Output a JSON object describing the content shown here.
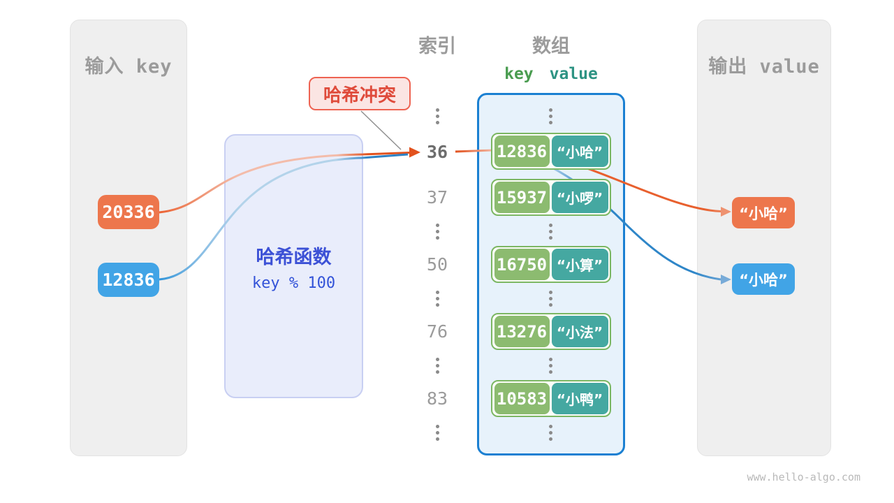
{
  "palette": {
    "orange": "#ed764c",
    "blue": "#41a4e6",
    "green_key": "#8cbb70",
    "teal_value": "#45a8a1",
    "array_border": "#1b80d2",
    "hash_text": "#3c51d6",
    "collision_red": "#df4b3b",
    "gray_text": "#9b9b9b"
  },
  "input_panel": {
    "title": "输入 key",
    "keys": [
      "20336",
      "12836"
    ]
  },
  "hash_function": {
    "title": "哈希函数",
    "formula": "key % 100"
  },
  "collision_badge": {
    "text": "哈希冲突"
  },
  "headers": {
    "index": "索引",
    "array": "数组",
    "key": "key",
    "value": "value"
  },
  "index_column": {
    "rows": [
      "36",
      "37",
      "50",
      "76",
      "83"
    ]
  },
  "array_panel": {
    "items": [
      {
        "key": "12836",
        "value": "“小哈”"
      },
      {
        "key": "15937",
        "value": "“小啰”"
      },
      {
        "key": "16750",
        "value": "“小算”"
      },
      {
        "key": "13276",
        "value": "“小法”"
      },
      {
        "key": "10583",
        "value": "“小鸭”"
      }
    ]
  },
  "output_panel": {
    "title": "输出 value",
    "values": [
      "“小哈”",
      "“小哈”"
    ]
  },
  "watermark": "www.hello-algo.com"
}
